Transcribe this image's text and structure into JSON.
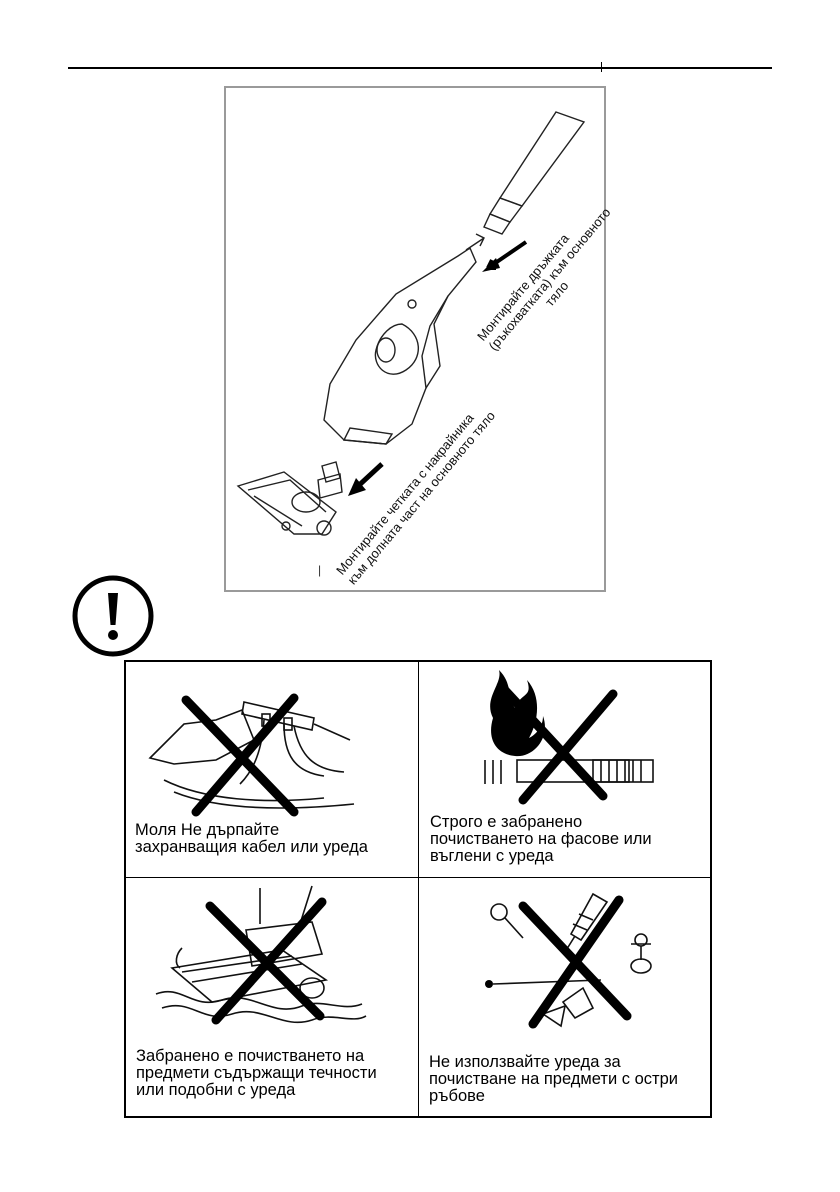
{
  "assembly": {
    "handle_instruction_line1": "Монтирайте дръжката",
    "handle_instruction_line2": "(ръкохватката) към основното",
    "handle_instruction_line3": "тяло",
    "brush_instruction_line1": "Монтирайте четката с накрайника",
    "brush_instruction_line2": "към долната част на основното тяло"
  },
  "warning_icon": "exclamation-circle-icon",
  "cells": [
    {
      "icon": "no-pulling-cord-icon",
      "caption": "Моля  Не дърпайте\nзахранващия кабел или уреда"
    },
    {
      "icon": "no-cigarettes-ash-icon",
      "caption": "Строго е забранено\nпочистването на фасове или\nвъглени с уреда"
    },
    {
      "icon": "no-liquids-icon",
      "caption": "Забранено е почистването на\nпредмети съдържащи течности\nили подобни с уреда"
    },
    {
      "icon": "no-sharp-objects-icon",
      "caption": "Не използвайте уреда за\nпочистване на предмети с остри\nръбове"
    }
  ]
}
